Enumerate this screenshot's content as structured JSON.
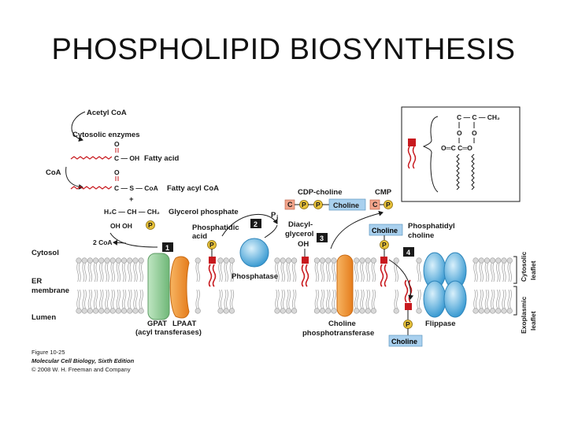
{
  "title": "PHOSPHOLIPID BIOSYNTHESIS",
  "labels": {
    "acetyl_coa": "Acetyl CoA",
    "cytosolic_enzymes": "Cytosolic enzymes",
    "coa": "CoA",
    "fatty_acid": "Fatty acid",
    "fatty_acyl_coa": "Fatty acyl CoA",
    "glycerol_phosphate": "Glycerol phosphate",
    "phosphatidic_acid_1": "Phosphatidic",
    "phosphatidic_acid_2": "acid",
    "two_coa": "2 CoA",
    "cytosol": "Cytosol",
    "er_membrane_1": "ER",
    "er_membrane_2": "membrane",
    "lumen": "Lumen",
    "phosphatase": "Phosphatase",
    "pi": "P",
    "pi_sub": "i",
    "diacylglycerol_1": "Diacyl-",
    "diacylglycerol_2": "glycerol",
    "oh": "OH",
    "cdp_choline": "CDP-choline",
    "cmp": "CMP",
    "choline": "Choline",
    "phosphatidylcholine_1": "Phosphatidyl",
    "phosphatidylcholine_2": "choline",
    "flippase": "Flippase",
    "choline_phosphotransferase_1": "Choline",
    "choline_phosphotransferase_2": "phosphotransferase",
    "gpat": "GPAT",
    "lpaat": "LPAAT",
    "acyl_transferases": "(acyl transferases)",
    "cytosolic_leaflet_1": "Cytosolic",
    "cytosolic_leaflet_2": "leaflet",
    "exoplasmic_leaflet_1": "Exoplasmic",
    "exoplasmic_leaflet_2": "leaflet",
    "p": "P",
    "c": "C",
    "plus": "+"
  },
  "steps": [
    "1",
    "2",
    "3",
    "4"
  ],
  "chem": {
    "c_o": "O",
    "c_oh": "C — OH",
    "c_s_coa": "C — S — CoA",
    "glycerol_top": "H₂C — CH — CH₂",
    "glycerol_bottom": "OH   OH",
    "inset_top": "C — C — CH₂",
    "inset_o1": "O",
    "inset_o2": "O",
    "inset_bottom": "O═C      C═O"
  },
  "caption": {
    "line1": "Figure 10-25",
    "line2": "Molecular Cell Biology, Sixth Edition",
    "line3": "© 2008 W. H. Freeman and Company"
  },
  "colors": {
    "phosphate": "#e8c23a",
    "cdp_box": "#f2a58c",
    "choline_box": "#a9d0ee",
    "step_box": "#1a1a1a",
    "gpat": "#8fcf94",
    "lpaat": "#f39a3a",
    "phosphatase": "#5fb6e8",
    "flippase": "#59b7e4",
    "headgroup_grey": "#d8d8d8",
    "headgroup_red": "#c8191e"
  }
}
